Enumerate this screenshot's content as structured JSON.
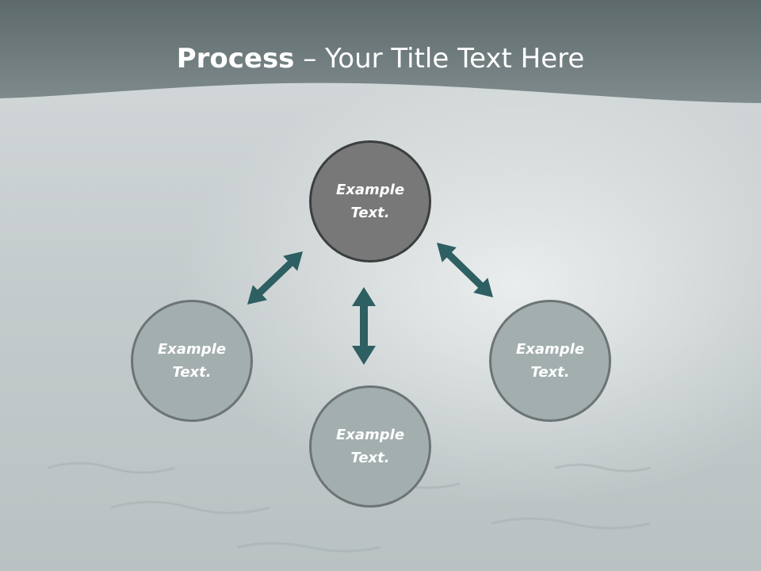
{
  "title": {
    "bold": "Process",
    "rest": " – Your Title Text Here"
  },
  "nodes": [
    {
      "line1": "Example",
      "line2": "Text."
    },
    {
      "line1": "Example",
      "line2": "Text."
    },
    {
      "line1": "Example",
      "line2": "Text."
    },
    {
      "line1": "Example",
      "line2": "Text."
    }
  ],
  "colors": {
    "header_band": "#6e7c7f",
    "center_node": "#787878",
    "outer_node": "#a3aeaf",
    "arrows": "#2e5f62",
    "background": "#c9cfd0"
  }
}
